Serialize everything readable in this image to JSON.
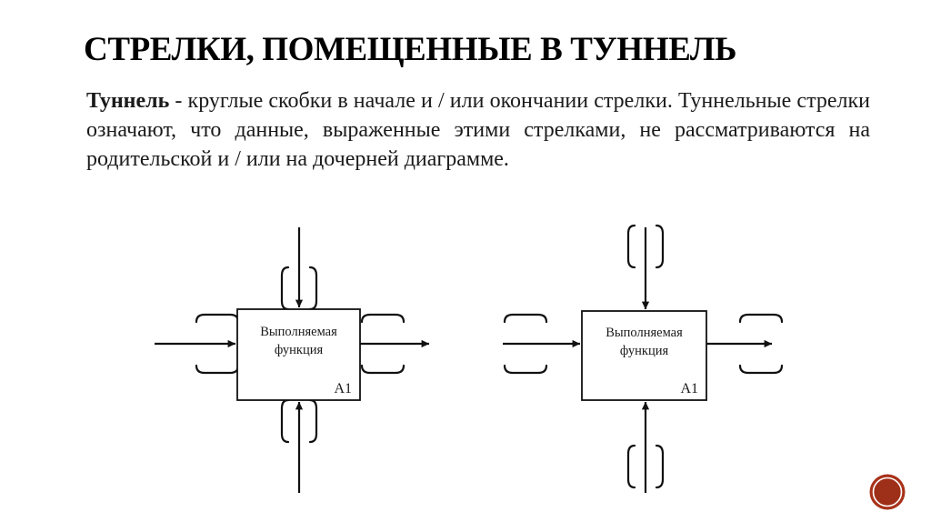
{
  "slide": {
    "title": "СТРЕЛКИ, ПОМЕЩЕННЫЕ В ТУННЕЛЬ",
    "body": {
      "lead_term": "Туннель",
      "text": " - круглые скобки в начале и / или окончании стрелки. Туннельные стрелки означают, что данные, выраженные этими стрелками, не рассматриваются на родительской и / или на дочерней диаграмме."
    }
  },
  "diagrams": [
    {
      "id": "left-diagram",
      "caption_variant": "tunnel-at-box-edge",
      "box": {
        "label_line1": "Выполняемая",
        "label_line2": "функция",
        "node_id": "A1"
      },
      "arrows": [
        {
          "name": "control-arrow-top",
          "direction": "down",
          "tunnel": "at-box"
        },
        {
          "name": "input-arrow-left",
          "direction": "right",
          "tunnel": "at-box"
        },
        {
          "name": "output-arrow-right",
          "direction": "right",
          "tunnel": "at-box"
        },
        {
          "name": "mechanism-arrow-bottom",
          "direction": "up",
          "tunnel": "at-box"
        }
      ]
    },
    {
      "id": "right-diagram",
      "caption_variant": "tunnel-at-free-end",
      "box": {
        "label_line1": "Выполняемая",
        "label_line2": "функция",
        "node_id": "A1"
      },
      "arrows": [
        {
          "name": "control-arrow-top",
          "direction": "down",
          "tunnel": "at-free-end"
        },
        {
          "name": "input-arrow-left",
          "direction": "right",
          "tunnel": "at-free-end"
        },
        {
          "name": "output-arrow-right",
          "direction": "right",
          "tunnel": "at-free-end"
        },
        {
          "name": "mechanism-arrow-bottom",
          "direction": "up",
          "tunnel": "at-free-end"
        }
      ]
    }
  ],
  "corner_mark": {
    "name": "brand-circle",
    "fill": "#a8321a",
    "ring": "#ffffff"
  },
  "colors": {
    "background": "#ffffff",
    "text": "#111111",
    "stroke": "#1a1a1a",
    "accent": "#a8321a"
  }
}
